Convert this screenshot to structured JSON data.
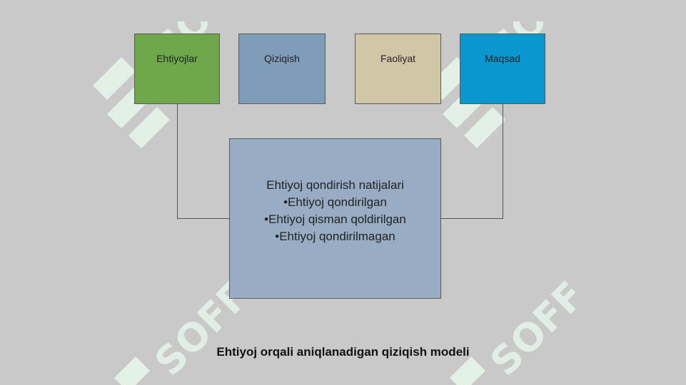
{
  "colors": {
    "background": "#c9c9c9",
    "needs": "#6fa84a",
    "interest": "#7f9db9",
    "activity": "#d1c6a6",
    "goal": "#0a97cf",
    "results": "#98acc4",
    "watermark": "#e6f5ea"
  },
  "diagram": {
    "nodes": [
      {
        "id": "needs",
        "label": "Ehtiyojlar"
      },
      {
        "id": "interest",
        "label": "Qiziqish"
      },
      {
        "id": "activity",
        "label": "Faoliyat"
      },
      {
        "id": "goal",
        "label": "Maqsad"
      }
    ],
    "results": {
      "title": "Ehtiyoj qondirish natijalari",
      "items": [
        "•Ehtiyoj qondirilgan",
        "•Ehtiyoj qisman qoldirilgan",
        "•Ehtiyoj qondirilmagan"
      ]
    },
    "edges": [
      {
        "from": "needs",
        "to": "results"
      },
      {
        "from": "goal",
        "to": "results"
      }
    ]
  },
  "caption": "Ehtiyoj orqali aniqlanadigan qiziqish modeli",
  "watermark": "SOFF"
}
